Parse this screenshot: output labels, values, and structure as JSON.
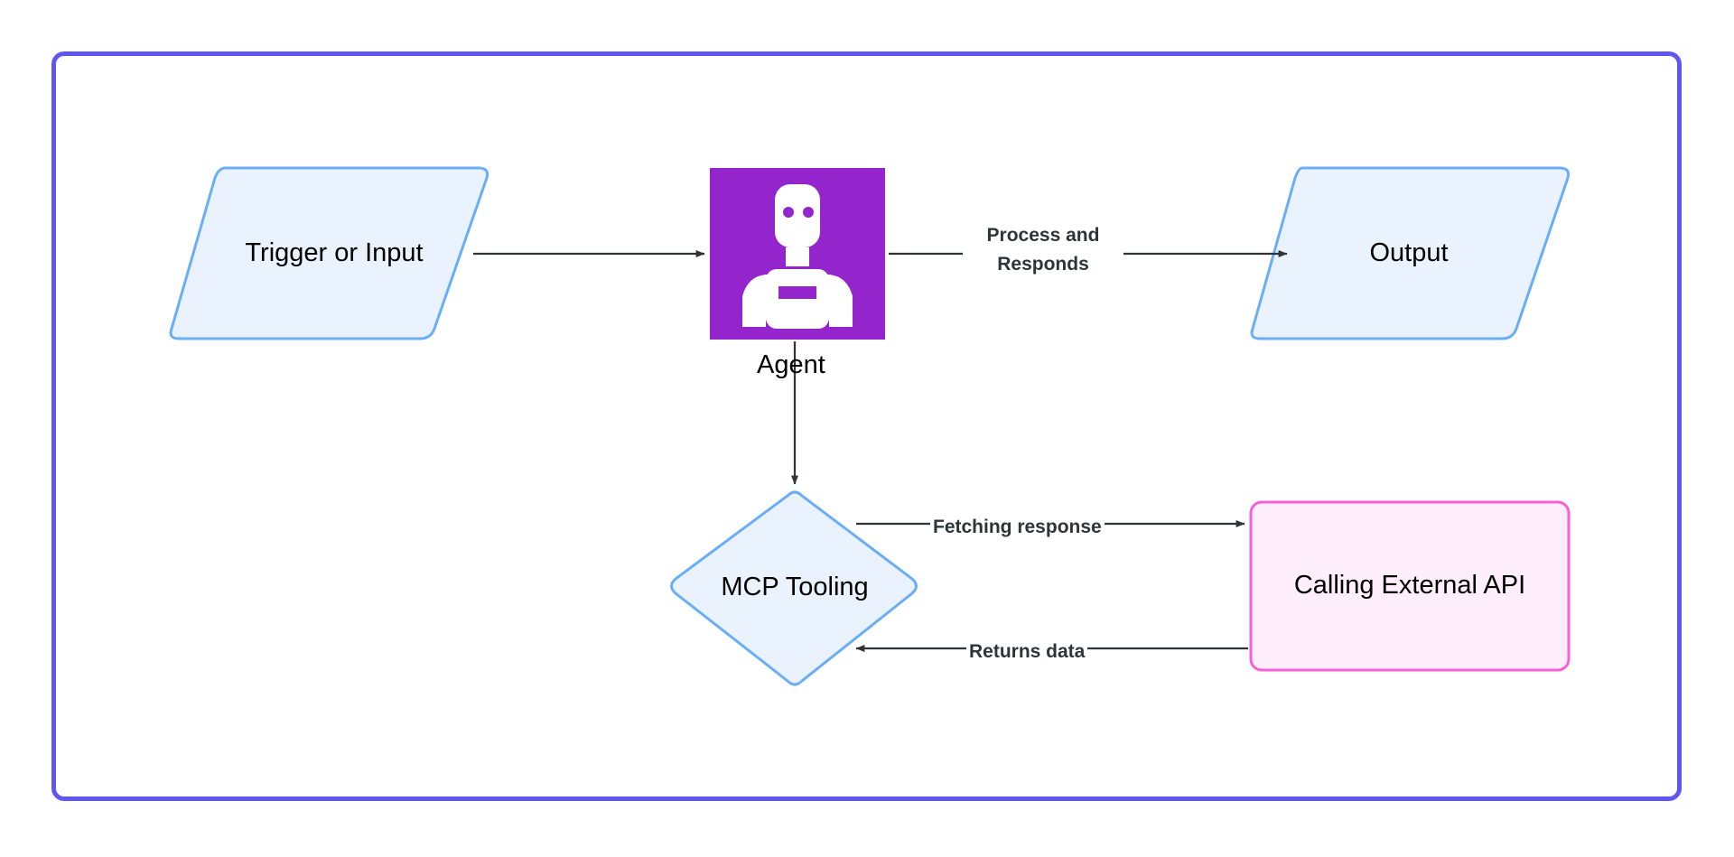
{
  "diagram": {
    "type": "flowchart",
    "title": "Agent MCP tooling flow",
    "frame": {
      "border_color": "#6055f5"
    },
    "palette": {
      "shape_fill_blue": "#eaf2fd",
      "shape_stroke_blue": "#6aaef5",
      "agent_block_purple": "#9425cc",
      "api_fill_pink": "#ffeefb",
      "api_stroke_pink": "#fa5fd8",
      "edge_stroke": "#2f3438",
      "label_text": "#2f3438",
      "node_text": "#000000"
    },
    "nodes": [
      {
        "id": "trigger",
        "shape": "parallelogram",
        "label": "Trigger or Input"
      },
      {
        "id": "agent",
        "shape": "image-block",
        "icon": "robot-agent-icon",
        "label": "Agent"
      },
      {
        "id": "output",
        "shape": "parallelogram",
        "label": "Output"
      },
      {
        "id": "mcp",
        "shape": "diamond",
        "label": "MCP Tooling"
      },
      {
        "id": "api",
        "shape": "rounded-rectangle",
        "label": "Calling External API"
      }
    ],
    "edges": [
      {
        "id": "trigger-agent",
        "from": "trigger",
        "to": "agent",
        "label": ""
      },
      {
        "id": "agent-output",
        "from": "agent",
        "to": "output",
        "label": "Process and\nResponds",
        "label_line_1": "Process and",
        "label_line_2": "Responds"
      },
      {
        "id": "agent-mcp",
        "from": "agent",
        "to": "mcp",
        "label": ""
      },
      {
        "id": "mcp-api",
        "from": "mcp",
        "to": "api",
        "label": "Fetching response"
      },
      {
        "id": "api-mcp",
        "from": "api",
        "to": "mcp",
        "label": "Returns data"
      }
    ]
  }
}
